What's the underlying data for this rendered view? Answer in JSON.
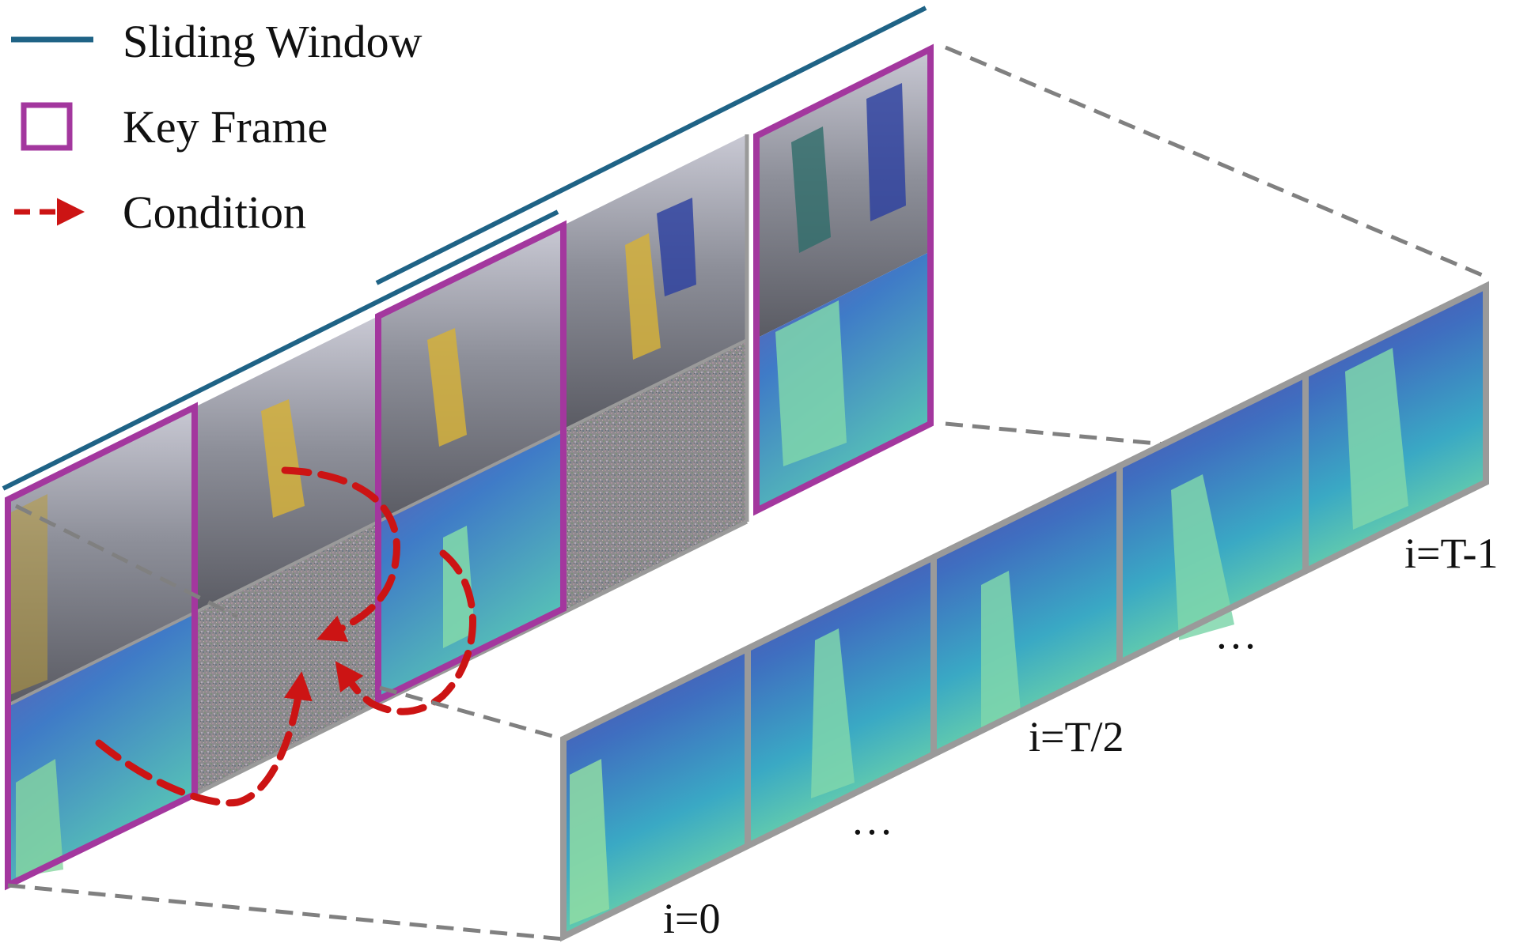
{
  "legend": {
    "sliding_window": "Sliding Window",
    "key_frame": "Key Frame",
    "condition": "Condition"
  },
  "labels": {
    "i0": "i=0",
    "i_half": "i=T/2",
    "i_last": "i=T-1",
    "ellipsis_1": "…",
    "ellipsis_2": "…"
  },
  "colors": {
    "sliding_window": "#1f6386",
    "key_frame": "#a3379e",
    "condition": "#cc1414",
    "connector": "#808080",
    "frame_border": "#9a9a9a"
  },
  "top_strip": {
    "frames": [
      {
        "kind": "key-frame",
        "content": "video-frame-with-depth-map"
      },
      {
        "kind": "noisy-frame",
        "content": "video-frame-with-noise"
      },
      {
        "kind": "key-frame",
        "content": "video-frame-with-depth-map"
      },
      {
        "kind": "noisy-frame",
        "content": "video-frame-with-noise"
      },
      {
        "kind": "key-frame",
        "content": "video-frame-with-depth-map"
      }
    ]
  },
  "bottom_strip": {
    "frames": [
      {
        "kind": "depth-frame"
      },
      {
        "kind": "depth-frame"
      },
      {
        "kind": "depth-frame"
      },
      {
        "kind": "depth-frame"
      },
      {
        "kind": "depth-frame"
      }
    ]
  }
}
